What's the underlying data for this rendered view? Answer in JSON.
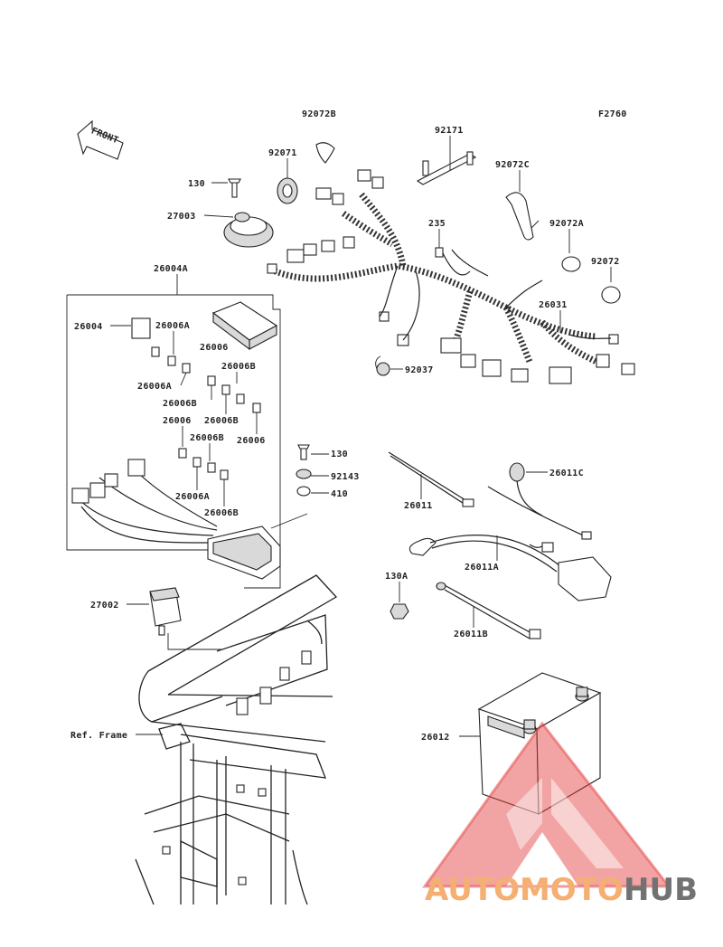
{
  "figure_code": "F2760",
  "front_label": "FRONT",
  "ref_frame_label": "Ref. Frame",
  "parts": {
    "p92072B": "92072B",
    "p92071": "92071",
    "p92171": "92171",
    "p92072C": "92072C",
    "p130_top": "130",
    "p27003": "27003",
    "p235": "235",
    "p92072A": "92072A",
    "p92072": "92072",
    "p26004A": "26004A",
    "p26031": "26031",
    "p26004": "26004",
    "p26006A_1": "26006A",
    "p26006_1": "26006",
    "p92037": "92037",
    "p26006B_1": "26006B",
    "p26006A_2": "26006A",
    "p26006B_2": "26006B",
    "p26006B_3": "26006B",
    "p26006_2": "26006",
    "p26006B_4": "26006B",
    "p26006_3": "26006",
    "p130_mid": "130",
    "p92143": "92143",
    "p410": "410",
    "p26011C": "26011C",
    "p26011": "26011",
    "p26006A_3": "26006A",
    "p26006B_5": "26006B",
    "p26011A": "26011A",
    "p130A": "130A",
    "p27002": "27002",
    "p26011B": "26011B",
    "p26012": "26012"
  },
  "watermark": {
    "part1": "AUTOMOTO",
    "part2": "HUB"
  },
  "colors": {
    "watermark_orange": "#f4a259",
    "watermark_gray": "#5a5a5a",
    "watermark_red": "#e23c3c"
  }
}
